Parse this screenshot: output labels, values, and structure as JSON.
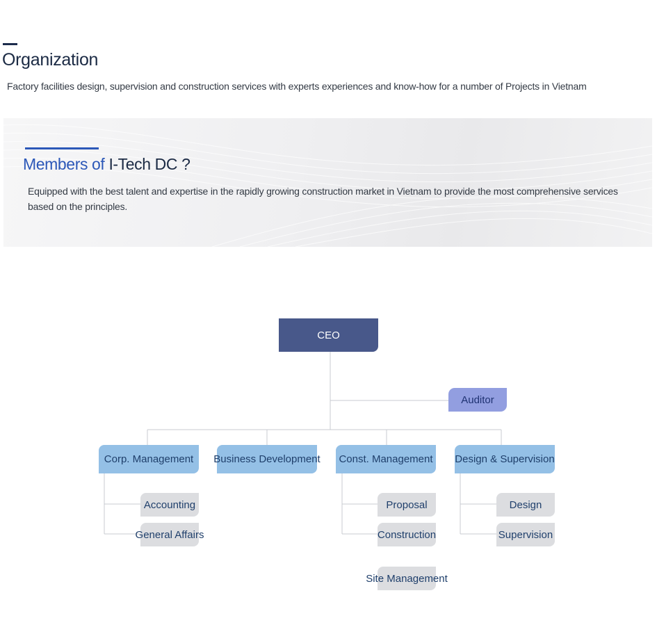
{
  "header": {
    "title": "Organization",
    "subtitle": "Factory facilities design, supervision and construction services with experts experiences and know-how for a number of Projects in Vietnam"
  },
  "banner": {
    "heading_accent": "Members of",
    "heading_main": "I-Tech DC ?",
    "description": "Equipped with the best talent and expertise in the rapidly growing construction market in Vietnam to provide the most comprehensive services based on the principles."
  },
  "org_chart": {
    "ceo": "CEO",
    "auditor": "Auditor",
    "departments": [
      {
        "name": "Corp. Management",
        "units": [
          "Accounting",
          "General Affairs"
        ]
      },
      {
        "name": "Business Development",
        "units": []
      },
      {
        "name": "Const. Management",
        "units": [
          "Proposal",
          "Construction",
          "Site Management"
        ]
      },
      {
        "name": "Design & Supervision",
        "units": [
          "Design",
          "Supervision"
        ]
      }
    ]
  },
  "colors": {
    "ceo": "#48588a",
    "auditor": "#929ee0",
    "department": "#94c0e6",
    "unit": "#dcdde0",
    "accent": "#2c58b8"
  }
}
